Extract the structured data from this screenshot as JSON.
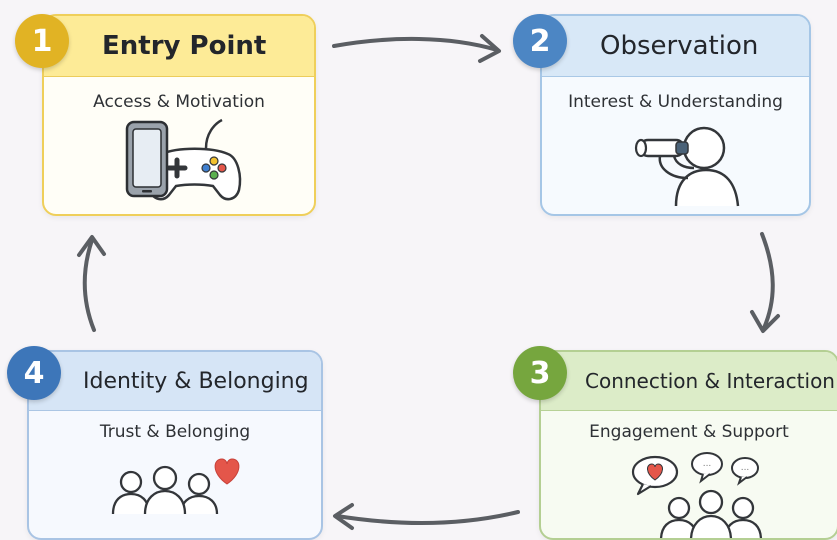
{
  "steps": [
    {
      "number": "1",
      "title": "Entry Point",
      "subtitle": "Access & Motivation",
      "icon": "phone-gamepad-icon",
      "accent": "#e1b324"
    },
    {
      "number": "2",
      "title": "Observation",
      "subtitle": "Interest & Understanding",
      "icon": "binoculars-person-icon",
      "accent": "#4c86c4"
    },
    {
      "number": "3",
      "title": "Connection & Interaction",
      "subtitle": "Engagement & Support",
      "icon": "group-chat-icon",
      "accent": "#76a63e"
    },
    {
      "number": "4",
      "title": "Identity & Belonging",
      "subtitle": "Trust & Belonging",
      "icon": "group-heart-icon",
      "accent": "#3d76b9"
    }
  ],
  "arrow_color": "#5b5e63",
  "chat_bubble_text": "..."
}
